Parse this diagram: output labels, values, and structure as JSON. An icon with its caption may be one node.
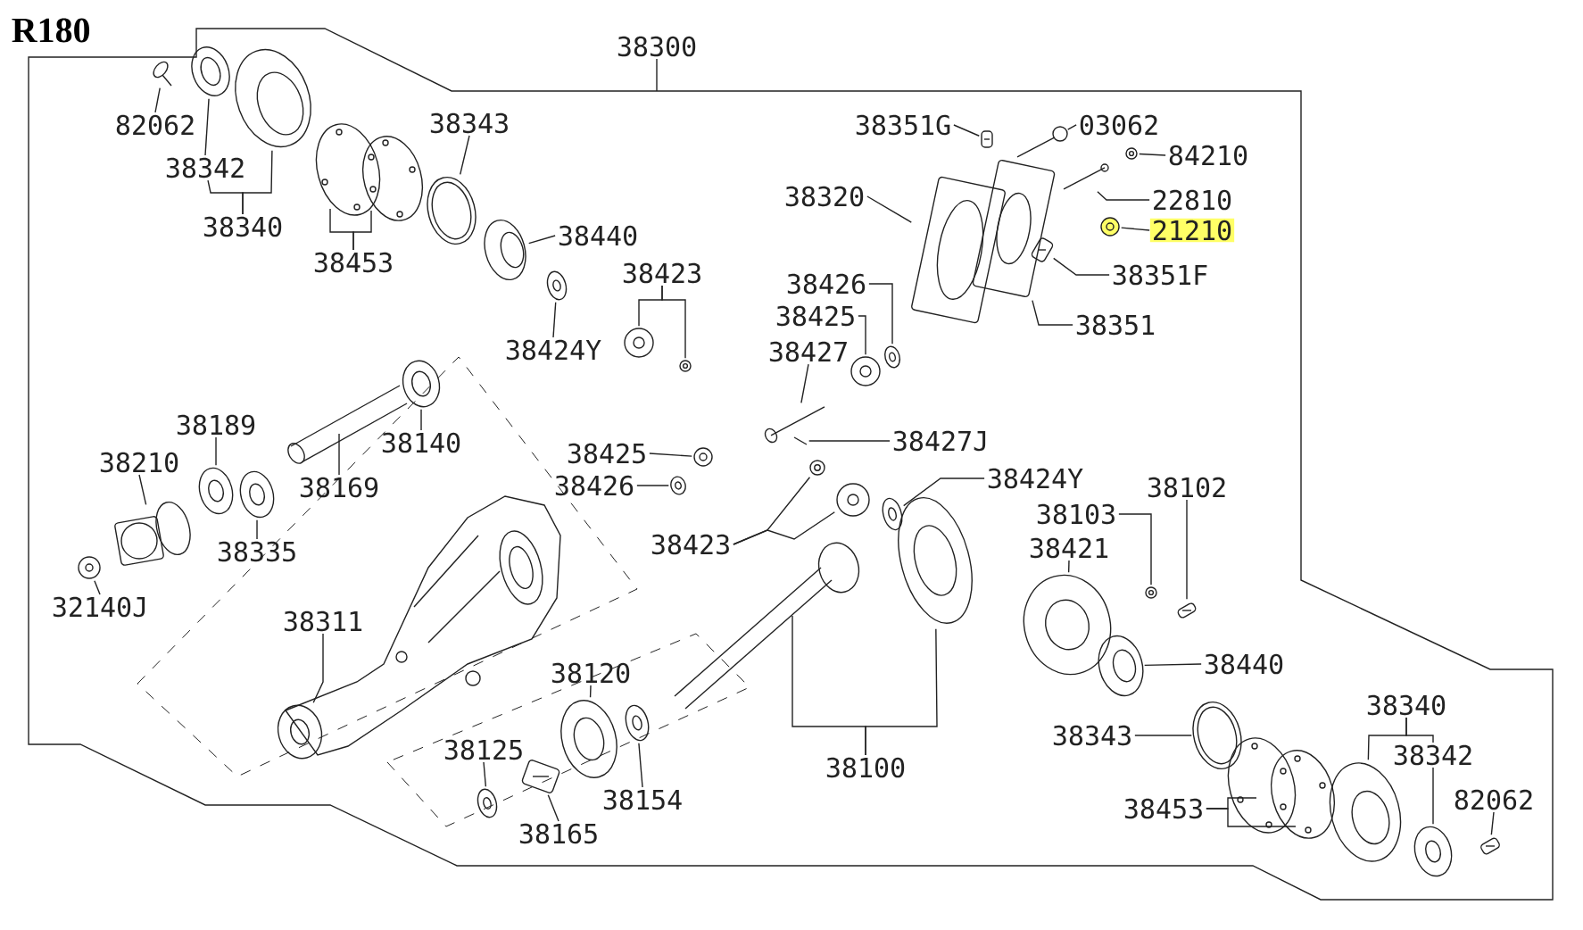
{
  "diagram": {
    "title": "R180",
    "nodes": [
      {
        "text": [
          "38300"
        ]
      },
      {
        "text": [
          "82062"
        ]
      },
      {
        "text": [
          "38342"
        ]
      },
      {
        "text": [
          "38340"
        ]
      },
      {
        "text": [
          "38343"
        ]
      },
      {
        "text": [
          "38453"
        ]
      },
      {
        "text": [
          "38440"
        ]
      },
      {
        "text": [
          "38423"
        ]
      },
      {
        "text": [
          "38424Y"
        ]
      },
      {
        "text": [
          "38351G"
        ]
      },
      {
        "text": [
          "03062"
        ]
      },
      {
        "text": [
          "84210"
        ]
      },
      {
        "text": [
          "38320"
        ]
      },
      {
        "text": [
          "22810"
        ]
      },
      {
        "text": [
          "21210"
        ]
      },
      {
        "text": [
          "38351F"
        ]
      },
      {
        "text": [
          "38426"
        ]
      },
      {
        "text": [
          "38351"
        ]
      },
      {
        "text": [
          "38425"
        ]
      },
      {
        "text": [
          "38427"
        ]
      },
      {
        "text": [
          "38189"
        ]
      },
      {
        "text": [
          "38140"
        ]
      },
      {
        "text": [
          "38210"
        ]
      },
      {
        "text": [
          "38169"
        ]
      },
      {
        "text": [
          "38425"
        ]
      },
      {
        "text": [
          "38427J"
        ]
      },
      {
        "text": [
          "38426"
        ]
      },
      {
        "text": [
          "38335"
        ]
      },
      {
        "text": [
          "38424Y"
        ]
      },
      {
        "text": [
          "38102"
        ]
      },
      {
        "text": [
          "38103"
        ]
      },
      {
        "text": [
          "32140J"
        ]
      },
      {
        "text": [
          "38423"
        ]
      },
      {
        "text": [
          "38421"
        ]
      },
      {
        "text": [
          "38311"
        ]
      },
      {
        "text": [
          "38120"
        ]
      },
      {
        "text": [
          "38440"
        ]
      },
      {
        "text": [
          "38343"
        ]
      },
      {
        "text": [
          "38340"
        ]
      },
      {
        "text": [
          "38125"
        ]
      },
      {
        "text": [
          "38342"
        ]
      },
      {
        "text": [
          "38154"
        ]
      },
      {
        "text": [
          "38100"
        ]
      },
      {
        "text": [
          "38453"
        ]
      },
      {
        "text": [
          "38165"
        ]
      },
      {
        "text": [
          "82062"
        ]
      },
      {
        "text": [],
        "shape": "picture"
      },
      {
        "text": [],
        "shape": "picture"
      },
      {
        "text": [],
        "shape": "picture"
      },
      {
        "text": [],
        "shape": "picture"
      },
      {
        "text": [],
        "shape": "picture"
      },
      {
        "text": [],
        "shape": "picture"
      },
      {
        "text": [],
        "shape": "picture"
      },
      {
        "text": [],
        "shape": "picture"
      },
      {
        "text": [],
        "shape": "picture"
      },
      {
        "text": [],
        "shape": "picture"
      },
      {
        "text": [],
        "shape": "picture"
      },
      {
        "text": [],
        "shape": "picture"
      },
      {
        "text": [],
        "shape": "picture"
      },
      {
        "text": [],
        "shape": "picture"
      },
      {
        "text": [],
        "shape": "picture"
      },
      {
        "text": [],
        "shape": "picture"
      },
      {
        "text": [],
        "shape": "picture"
      },
      {
        "text": [],
        "shape": "picture"
      },
      {
        "text": [],
        "shape": "picture"
      },
      {
        "text": [],
        "shape": "picture"
      },
      {
        "text": [],
        "shape": "picture"
      },
      {
        "text": [],
        "shape": "picture"
      },
      {
        "text": [],
        "shape": "picture"
      },
      {
        "text": [],
        "shape": "picture"
      },
      {
        "text": [],
        "shape": "picture"
      },
      {
        "text": [],
        "shape": "picture"
      },
      {
        "text": [],
        "shape": "picture"
      },
      {
        "text": [],
        "shape": "picture"
      },
      {
        "text": [],
        "shape": "picture"
      },
      {
        "text": [],
        "shape": "picture"
      },
      {
        "text": [],
        "shape": "picture"
      },
      {
        "text": [],
        "shape": "picture"
      },
      {
        "text": [],
        "shape": "picture"
      },
      {
        "text": [],
        "shape": "picture"
      },
      {
        "text": [],
        "shape": "picture"
      },
      {
        "text": [],
        "shape": "picture"
      },
      {
        "text": [],
        "shape": "picture"
      },
      {
        "text": [],
        "shape": "picture"
      },
      {
        "text": [],
        "shape": "picture"
      },
      {
        "text": [],
        "shape": "picture"
      },
      {
        "text": [],
        "shape": "picture"
      },
      {
        "text": [],
        "shape": "picture"
      },
      {
        "text": [],
        "shape": "picture"
      },
      {
        "text": [],
        "shape": "picture"
      },
      {
        "text": [],
        "shape": "picture"
      },
      {
        "text": [],
        "shape": "picture"
      },
      {
        "text": [],
        "shape": "picture"
      },
      {
        "text": [],
        "shape": "picture"
      },
      {
        "text": [],
        "shape": "picture"
      },
      {
        "text": [],
        "shape": "picture"
      }
    ],
    "edges": [
      {
        "from": 0,
        "to": null,
        "arrow": "none"
      },
      {
        "from": 1,
        "to": 46,
        "arrow": "none"
      },
      {
        "from": 2,
        "to": 47,
        "arrow": "none"
      },
      {
        "from": 3,
        "to": 2,
        "arrow": "none"
      },
      {
        "from": 3,
        "to": 48,
        "arrow": "none"
      },
      {
        "from": 4,
        "to": 49,
        "arrow": "none"
      },
      {
        "from": 5,
        "to": 50,
        "arrow": "none"
      },
      {
        "from": 5,
        "to": 51,
        "arrow": "none"
      },
      {
        "from": 6,
        "to": 52,
        "arrow": "none"
      },
      {
        "from": 7,
        "to": 53,
        "arrow": "none"
      },
      {
        "from": 7,
        "to": 54,
        "arrow": "none"
      },
      {
        "from": 8,
        "to": 55,
        "arrow": "none"
      },
      {
        "from": 9,
        "to": 56,
        "arrow": "none"
      },
      {
        "from": 10,
        "to": 57,
        "arrow": "none"
      },
      {
        "from": 11,
        "to": 58,
        "arrow": "none"
      },
      {
        "from": 12,
        "to": 59,
        "arrow": "none"
      },
      {
        "from": 13,
        "to": 60,
        "arrow": "none"
      },
      {
        "from": 14,
        "to": 61,
        "arrow": "none"
      },
      {
        "from": 15,
        "to": 62,
        "arrow": "none"
      },
      {
        "from": 16,
        "to": 63,
        "arrow": "none"
      },
      {
        "from": 17,
        "to": 64,
        "arrow": "none"
      },
      {
        "from": 18,
        "to": 65,
        "arrow": "none"
      },
      {
        "from": 19,
        "to": 66,
        "arrow": "none"
      },
      {
        "from": 20,
        "to": 67,
        "arrow": "none"
      },
      {
        "from": 21,
        "to": 68,
        "arrow": "none"
      },
      {
        "from": 22,
        "to": 69,
        "arrow": "none"
      },
      {
        "from": 23,
        "to": 70,
        "arrow": "none"
      },
      {
        "from": 24,
        "to": 71,
        "arrow": "none"
      },
      {
        "from": 25,
        "to": 72,
        "arrow": "none"
      },
      {
        "from": 26,
        "to": 73,
        "arrow": "none"
      },
      {
        "from": 27,
        "to": 74,
        "arrow": "none"
      },
      {
        "from": 28,
        "to": 75,
        "arrow": "none"
      },
      {
        "from": 29,
        "to": 76,
        "arrow": "none"
      },
      {
        "from": 30,
        "to": 77,
        "arrow": "none"
      },
      {
        "from": 31,
        "to": 78,
        "arrow": "none"
      },
      {
        "from": 32,
        "to": 79,
        "arrow": "none"
      },
      {
        "from": 32,
        "to": 80,
        "arrow": "none"
      },
      {
        "from": 33,
        "to": 81,
        "arrow": "none"
      },
      {
        "from": 34,
        "to": 82,
        "arrow": "none"
      },
      {
        "from": 35,
        "to": 83,
        "arrow": "none"
      },
      {
        "from": 36,
        "to": 84,
        "arrow": "none"
      },
      {
        "from": 37,
        "to": 85,
        "arrow": "none"
      },
      {
        "from": 38,
        "to": 86,
        "arrow": "none"
      },
      {
        "from": 38,
        "to": 40,
        "arrow": "none"
      },
      {
        "from": 39,
        "to": 87,
        "arrow": "none"
      },
      {
        "from": 40,
        "to": 88,
        "arrow": "none"
      },
      {
        "from": 41,
        "to": 89,
        "arrow": "none"
      },
      {
        "from": 42,
        "to": 90,
        "arrow": "none"
      },
      {
        "from": 42,
        "to": 91,
        "arrow": "none"
      },
      {
        "from": 43,
        "to": 92,
        "arrow": "none"
      },
      {
        "from": 43,
        "to": 93,
        "arrow": "none"
      },
      {
        "from": 44,
        "to": 94,
        "arrow": "none"
      },
      {
        "from": 45,
        "to": 95,
        "arrow": "none"
      }
    ]
  }
}
